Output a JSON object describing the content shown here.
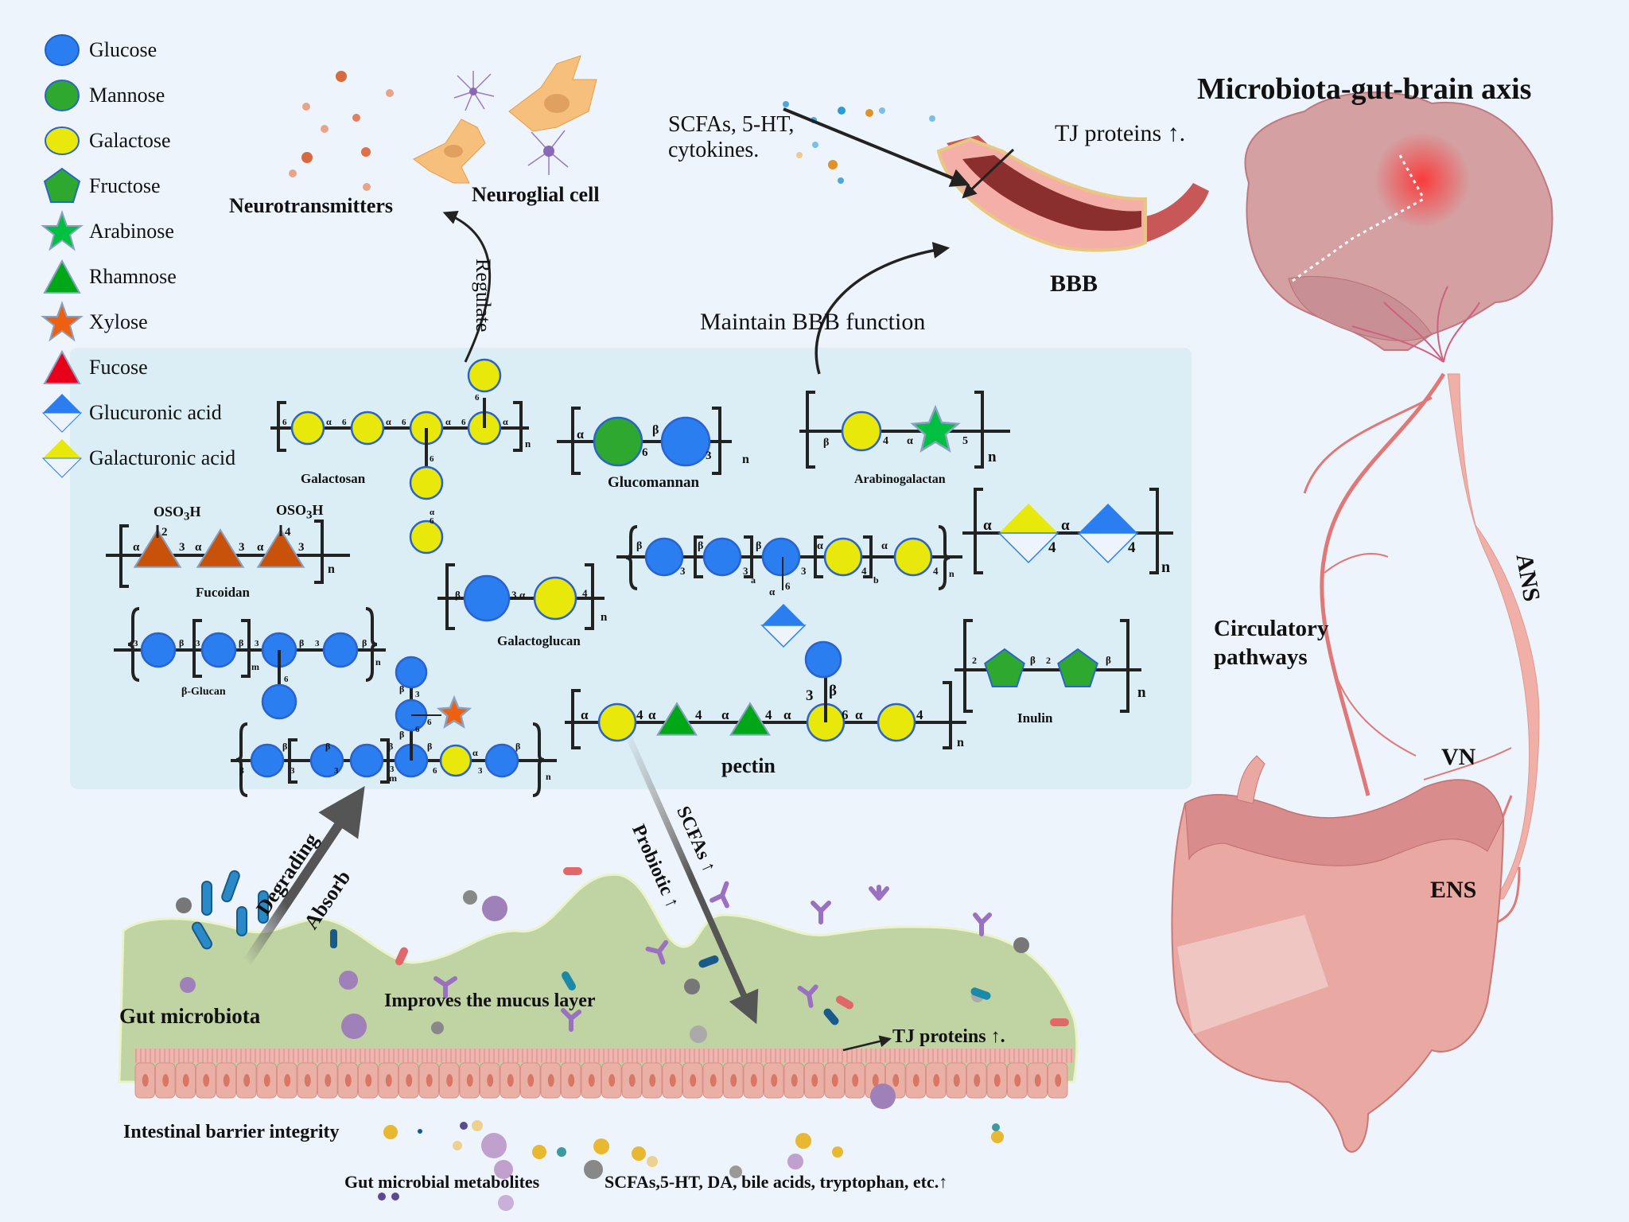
{
  "title": "Microbiota-gut-brain axis",
  "legend": {
    "items": [
      {
        "label": "Glucose",
        "shape": "circle",
        "color": "#2a7ef0"
      },
      {
        "label": "Mannose",
        "shape": "circle",
        "color": "#2fa82f"
      },
      {
        "label": "Galactose",
        "shape": "circle",
        "color": "#e8e80a"
      },
      {
        "label": "Fructose",
        "shape": "pentagon",
        "color": "#2fa82f"
      },
      {
        "label": "Arabinose",
        "shape": "star",
        "color": "#00c040"
      },
      {
        "label": "Rhamnose",
        "shape": "triangle",
        "color": "#00a818"
      },
      {
        "label": "Xylose",
        "shape": "star",
        "color": "#ee6010"
      },
      {
        "label": "Fucose",
        "shape": "triangle",
        "color": "#e8001a"
      },
      {
        "label": "Glucuronic acid",
        "shape": "half-diamond",
        "color": "#2a7ef0"
      },
      {
        "label": "Galacturonic acid",
        "shape": "half-diamond",
        "color": "#e8e80a"
      }
    ]
  },
  "brain_section": {
    "neurotransmitters_label": "Neurotransmitters",
    "neuroglial_label": "Neuroglial cell",
    "regulate_label": "Regulate",
    "bbb_label": "BBB",
    "maintain_label": "Maintain BBB  function",
    "metabolites_label_line1": "SCFAs, 5-HT,",
    "metabolites_label_line2": "cytokines.",
    "tj_top_label": "TJ proteins ↑."
  },
  "polysaccharides": {
    "galactosan": {
      "name": "Galactosan",
      "links": [
        "6",
        "α",
        "6",
        "α",
        "6",
        "α",
        "6",
        "α",
        "6",
        "6",
        "α",
        "6",
        "n"
      ]
    },
    "glucomannan": {
      "name": "Glucomannan",
      "links": [
        "α",
        "β",
        "6",
        "3",
        "n"
      ]
    },
    "arabinogalactan": {
      "name": "Arabinogalactan",
      "links": [
        "β",
        "4",
        "α",
        "5",
        "n"
      ]
    },
    "fucoidan": {
      "name": "Fucoidan",
      "substituent": "OSO3H",
      "links": [
        "α",
        "2",
        "3",
        "α",
        "3",
        "α",
        "4",
        "3",
        "n"
      ]
    },
    "galactoglucan": {
      "name": "Galactoglucan",
      "links": [
        "β",
        "3",
        "α",
        "4",
        "n"
      ]
    },
    "beta_glucan": {
      "name": "β-Glucan",
      "links": [
        "3",
        "β",
        "3",
        "β",
        "3",
        "β",
        "3",
        "β",
        "6",
        "m",
        "n"
      ]
    },
    "branched_glucan": {
      "links": [
        "β",
        "3",
        "6",
        "β",
        "6",
        "3",
        "β",
        "3",
        "β",
        "3",
        "β",
        "3",
        "m",
        "β",
        "6",
        "α",
        "3",
        "β",
        "n"
      ]
    },
    "complex_chain": {
      "links": [
        "β",
        "3",
        "β",
        "3",
        "a",
        "β",
        "3",
        "α",
        "4",
        "b",
        "α",
        "4",
        "n",
        "α",
        "6"
      ]
    },
    "uronic": {
      "links": [
        "α",
        "4",
        "α",
        "4",
        "n"
      ]
    },
    "pectin": {
      "name": "pectin",
      "links": [
        "α",
        "4",
        "α",
        "4",
        "α",
        "4",
        "α",
        "3",
        "β",
        "6",
        "α",
        "4",
        "n"
      ]
    },
    "inulin": {
      "name": "Inulin",
      "links": [
        "2",
        "β",
        "2",
        "β",
        "n"
      ]
    }
  },
  "gut_section": {
    "degrading_label": "Degrading",
    "absorb_label": "Absorb",
    "scfas_label": "SCFAs ↑",
    "probiotic_label": "Probiotic ↑",
    "microbiota_label": "Gut microbiota",
    "mucus_label": "Improves the mucus layer",
    "tj_bottom_label": "TJ proteins ↑.",
    "barrier_label": "Intestinal barrier integrity",
    "metabolites_label": "Gut microbial metabolites",
    "metabolites_list": "SCFAs,5-HT, DA, bile acids, tryptophan,  etc.↑"
  },
  "axis_section": {
    "circulatory_line1": "Circulatory",
    "circulatory_line2": "pathways",
    "ans_label": "ANS",
    "vn_label": "VN",
    "ens_label": "ENS"
  },
  "colors": {
    "glucose": "#2a7ef0",
    "mannose": "#2fa82f",
    "galactose": "#e8e80a",
    "fucoidan_triangle": "#c9520a",
    "panel_bg": "#dbeef5",
    "mucus": "#c0d3a2",
    "epithelium": "#e8a8a0",
    "vessel": "#e07878"
  }
}
